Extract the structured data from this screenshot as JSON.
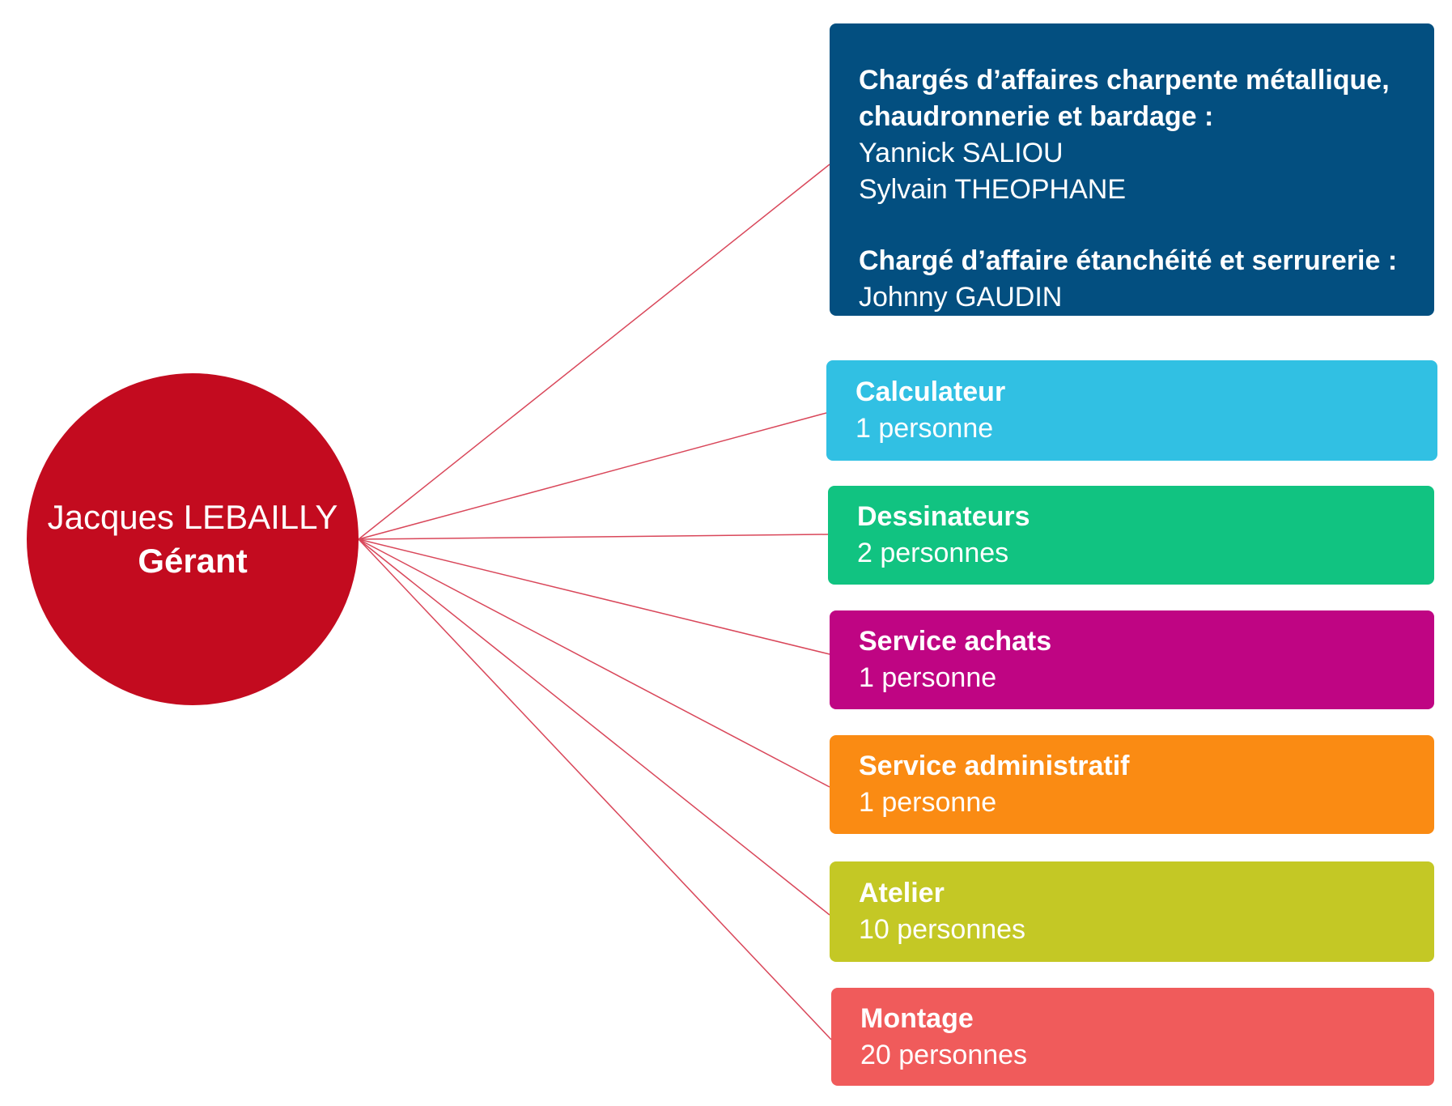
{
  "center": {
    "name": "Jacques LEBAILLY",
    "role": "Gérant",
    "color": "#c30b1f"
  },
  "connector_color": "#d9475a",
  "groups": [
    {
      "id": "charges",
      "color": "#034f80",
      "title_1": "Chargés d’affaires charpente métallique,",
      "title_2": "chaudronnerie et bardage :",
      "person_1": "Yannick SALIOU",
      "person_2": "Sylvain THEOPHANE",
      "title_3": "Chargé d’affaire étanchéité et serrurerie :",
      "person_3": "Johnny GAUDIN"
    },
    {
      "id": "calc",
      "color": "#31c0e3",
      "title": "Calculateur",
      "count": "1 personne"
    },
    {
      "id": "dess",
      "color": "#11c381",
      "title": "Dessinateurs",
      "count": "2 personnes"
    },
    {
      "id": "achats",
      "color": "#bf0583",
      "title": "Service achats",
      "count": "1 personne"
    },
    {
      "id": "admin",
      "color": "#fa8b13",
      "title": "Service administratif",
      "count": "1 personne"
    },
    {
      "id": "atelier",
      "color": "#c4c825",
      "title": "Atelier",
      "count": "10 personnes"
    },
    {
      "id": "montage",
      "color": "#f05b5b",
      "title": "Montage",
      "count": "20 personnes"
    }
  ]
}
